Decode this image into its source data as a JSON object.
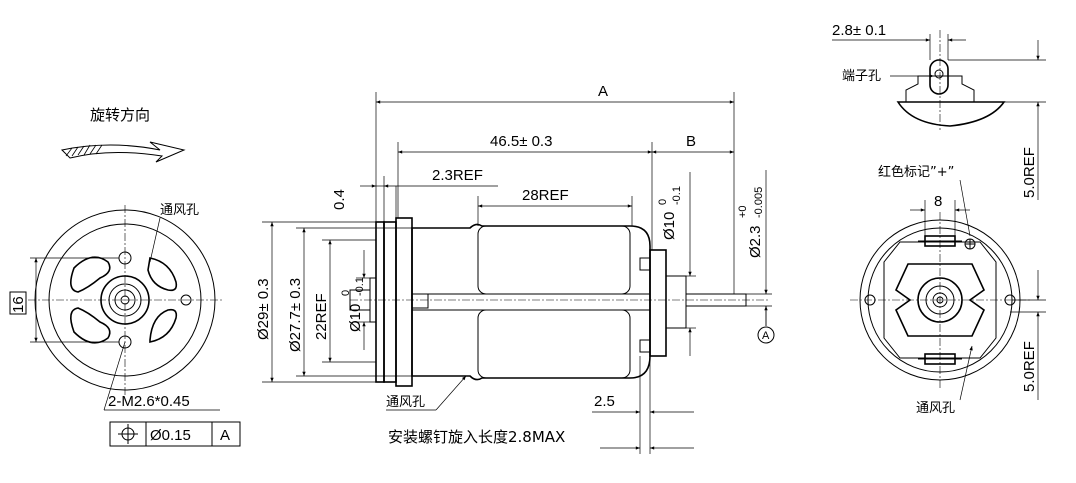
{
  "front_view": {
    "rotation_label": "旋转方向",
    "vent_label": "通风孔",
    "dim_16": "16",
    "thread_label": "2-M2.6*0.45",
    "tolerance_frame": {
      "symbol": "position-icon",
      "value": "Ø0.15",
      "datum": "A"
    }
  },
  "side_view": {
    "dim_A": "A",
    "dim_46_5": "46.5± 0.3",
    "dim_B": "B",
    "dim_2_3ref": "2.3REF",
    "dim_28ref": "28REF",
    "dim_0_4": "0.4",
    "dim_d29": "Ø29± 0.3",
    "dim_d27_7": "Ø27.7± 0.3",
    "dim_22ref": "22REF",
    "dim_d10_bearing": "Ø10",
    "dim_d10_bearing_tol_upper": "0",
    "dim_d10_bearing_tol_lower": "-0.1",
    "dim_d10_end": "Ø10",
    "dim_d10_end_tol_upper": "0",
    "dim_d10_end_tol_lower": "-0.1",
    "dim_shaft": "Ø2.3",
    "dim_shaft_tol_upper": "+0",
    "dim_shaft_tol_lower": "-0.005",
    "datum_A": "A",
    "vent_label": "通风孔",
    "dim_2_5": "2.5",
    "screw_note": "安装螺钉旋入长度2.8MAX"
  },
  "top_view": {
    "dim_2_8": "2.8± 0.1",
    "terminal_hole_label": "端子孔",
    "dim_5ref": "5.0REF"
  },
  "rear_view": {
    "red_mark_label": "红色标记”+”",
    "dim_8": "8",
    "dim_5ref": "5.0REF",
    "vent_label": "通风孔"
  }
}
